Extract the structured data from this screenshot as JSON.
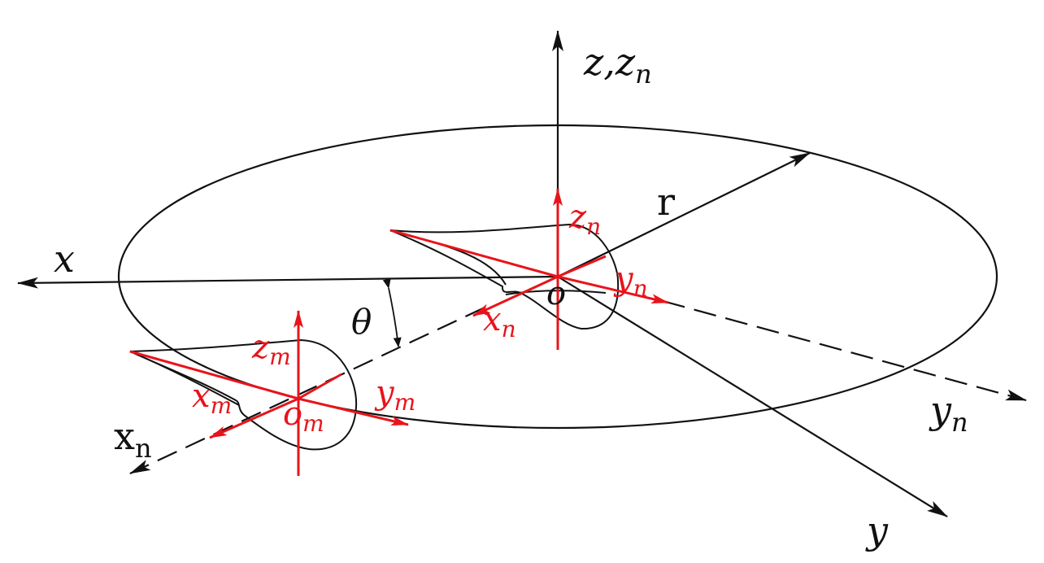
{
  "diagram": {
    "colors": {
      "black": "#111111",
      "red": "#e8141b",
      "background": "#ffffff"
    },
    "labels": {
      "z_zn": {
        "main": "z,z",
        "sub": "n"
      },
      "x": {
        "main": "x"
      },
      "y": {
        "main": "y"
      },
      "yn_outer": {
        "main": "y",
        "sub": "n"
      },
      "xn_outer": {
        "main": "x",
        "sub": "n"
      },
      "r": {
        "main": "r"
      },
      "theta": {
        "main": "θ"
      },
      "o": {
        "main": "o"
      },
      "zn_red": {
        "main": "z",
        "sub": "n"
      },
      "yn_red": {
        "main": "y",
        "sub": "n"
      },
      "xn_red": {
        "main": "x",
        "sub": "n"
      },
      "zm": {
        "main": "z",
        "sub": "m"
      },
      "ym": {
        "main": "y",
        "sub": "m"
      },
      "xm": {
        "main": "x",
        "sub": "m"
      },
      "om": {
        "main": "o",
        "sub": "m"
      }
    }
  }
}
